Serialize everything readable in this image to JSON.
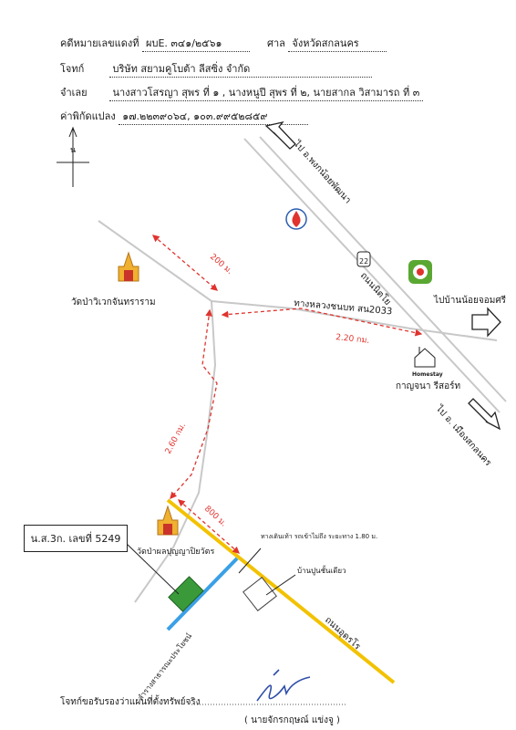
{
  "header": {
    "case_label": "คดีหมายเลขแดงที่",
    "case_number": "ผบE. ๓๔๑/๒๕๖๑",
    "court_label": "ศาล",
    "court_name": "จังหวัดสกลนคร",
    "plaintiff_label": "โจทก์",
    "plaintiff_name": "บริษัท สยามคูโบต้า ลีสซิ่ง จำกัด",
    "defendant_label": "จำเลย",
    "defendant_names": "นางสาวโสรญา สุพร ที่ ๑ , นางหนูปี สุพร ที่ ๒, นายสากล วิสามารถ ที่ ๓",
    "coords_label": "ค่าพิกัดแปลง",
    "coords_value": "๑๗.๒๒๓๙๐๖๔, ๑๐๓.๙๙๕๒๘๕๙"
  },
  "map": {
    "north_label": "น",
    "to_phon_na_kaeo": "ไป อ.พงกน้อยพัฒนา",
    "road_number": "22",
    "road_nittayo": "ถนนนิตโย",
    "to_ban_noi": "ไปบ้านน้อยจอมศรี",
    "highway": "ทางหลวงชนบท สน2033",
    "dist_220": "2.20 กม.",
    "dist_200": "200 ม.",
    "wat_pa": "วัดป่าวิเวกจันทราราม",
    "homestay_icon_text": "Homestay",
    "resort": "กาญจนา รีสอร์ท",
    "to_mueang": "ไป อ. เมืองสกลนคร",
    "dist_260": "2.60 กม.",
    "dist_800": "800 ม.",
    "wat_pha": "วัดป่าผลปุญญาปิยวัตร",
    "plot_label": "น.ส.3ก. เลขที่ 5249",
    "walkway": "ทางเดินเท้า รถเข้าไม่ถึง ระยะทาง 1.80 ม.",
    "house": "บ้านปูนชั้นเดียว",
    "road_udon": "ถนนอุดรโร",
    "canal": "ลำรางสาธารณะประโยชน์"
  },
  "footer": {
    "certify": "โจทก์ขอรับรองว่าแผนที่ตั้งทรัพย์จริง",
    "signer": "(      นายจักรกฤษณ์ แข่งจู     )"
  },
  "colors": {
    "road_gray": "#c8c8c8",
    "red_dash": "#e0332e",
    "yellow_road": "#f2c200",
    "blue_canal": "#3aa0e6",
    "plot_green": "#3a9a3a"
  }
}
